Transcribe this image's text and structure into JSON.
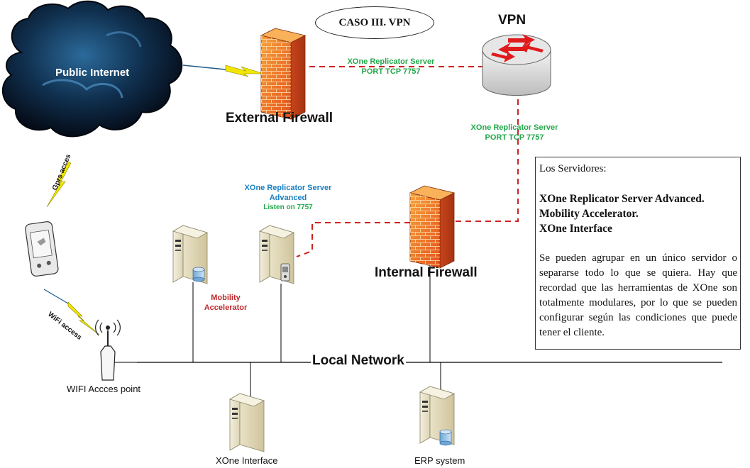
{
  "title": "CASO III. VPN",
  "cloud": {
    "label": "Public Internet"
  },
  "external_firewall": {
    "label": "External Firewall"
  },
  "internal_firewall": {
    "label": "Internal Firewall"
  },
  "vpn": {
    "label": "VPN"
  },
  "link_ext_vpn": {
    "line1": "XOne Replicator Server",
    "line2": "PORT TCP 7757"
  },
  "link_vpn_int": {
    "line1": "XOne Replicator Server",
    "line2": "PORT TCP 7757"
  },
  "replicator": {
    "line1": "XOne Replicator Server",
    "line2": "Advanced",
    "line3": "Listen on 7757"
  },
  "mobility": {
    "line1": "Mobility",
    "line2": "Accelerator"
  },
  "local_network": {
    "label": "Local Network"
  },
  "gprs": {
    "label": "Gprs acces"
  },
  "wifi": {
    "label": "WiFi access",
    "ap_label": "WIFI Accces point"
  },
  "xone_interface": {
    "label": "XOne Interface"
  },
  "erp": {
    "label": "ERP system"
  },
  "notes": {
    "heading": "Los Servidores:",
    "servers": [
      "XOne Replicator Server Advanced.",
      "Mobility Accelerator.",
      "XOne Interface"
    ],
    "body": "Se pueden agrupar en un único servidor o separarse todo lo que se quiera. Hay que recordad que las herramientas de XOne son totalmente modulares, por lo que se pueden configurar según las condiciones que puede tener el cliente."
  },
  "colors": {
    "link_red": "#cc2222",
    "green_text": "#22a84a",
    "blue_text": "#1a7fc1",
    "red_text": "#c0282c",
    "firewall": "#f26522",
    "bolt": "#f2e600"
  }
}
